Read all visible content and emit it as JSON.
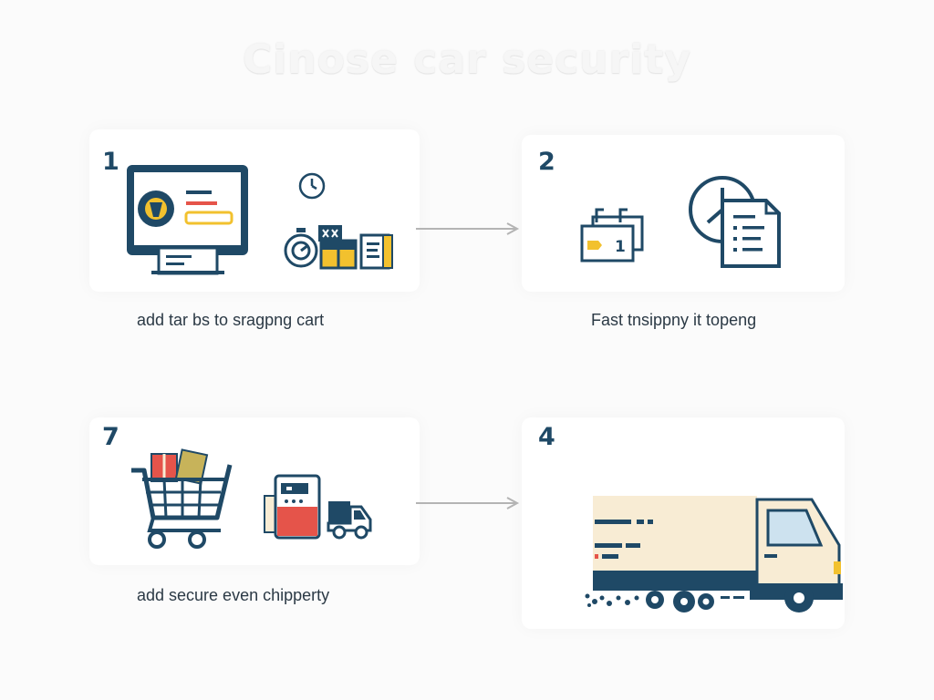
{
  "title": "Cinose car security",
  "colors": {
    "navy": "#1f4966",
    "yellow": "#f2c12e",
    "red": "#e5544a",
    "cream": "#f8ecd4",
    "arrow": "#b4b4b4"
  },
  "steps": [
    {
      "number": "1",
      "caption": "add tar bs to sragpng cart",
      "icons": [
        "computer-monitor-icon",
        "clock-icon",
        "stopwatch-icon",
        "ticket-icon",
        "package-icon",
        "receipt-icon"
      ]
    },
    {
      "number": "2",
      "caption": "Fast tnsippny it topeng",
      "icons": [
        "calendar-ticket-icon",
        "clock-document-icon"
      ]
    },
    {
      "number": "7",
      "caption": "add secure even chipperty",
      "icons": [
        "shopping-cart-icon",
        "gift-box-icon",
        "kiosk-icon",
        "delivery-van-icon"
      ]
    },
    {
      "number": "4",
      "caption": "",
      "icons": [
        "delivery-truck-icon"
      ]
    }
  ]
}
